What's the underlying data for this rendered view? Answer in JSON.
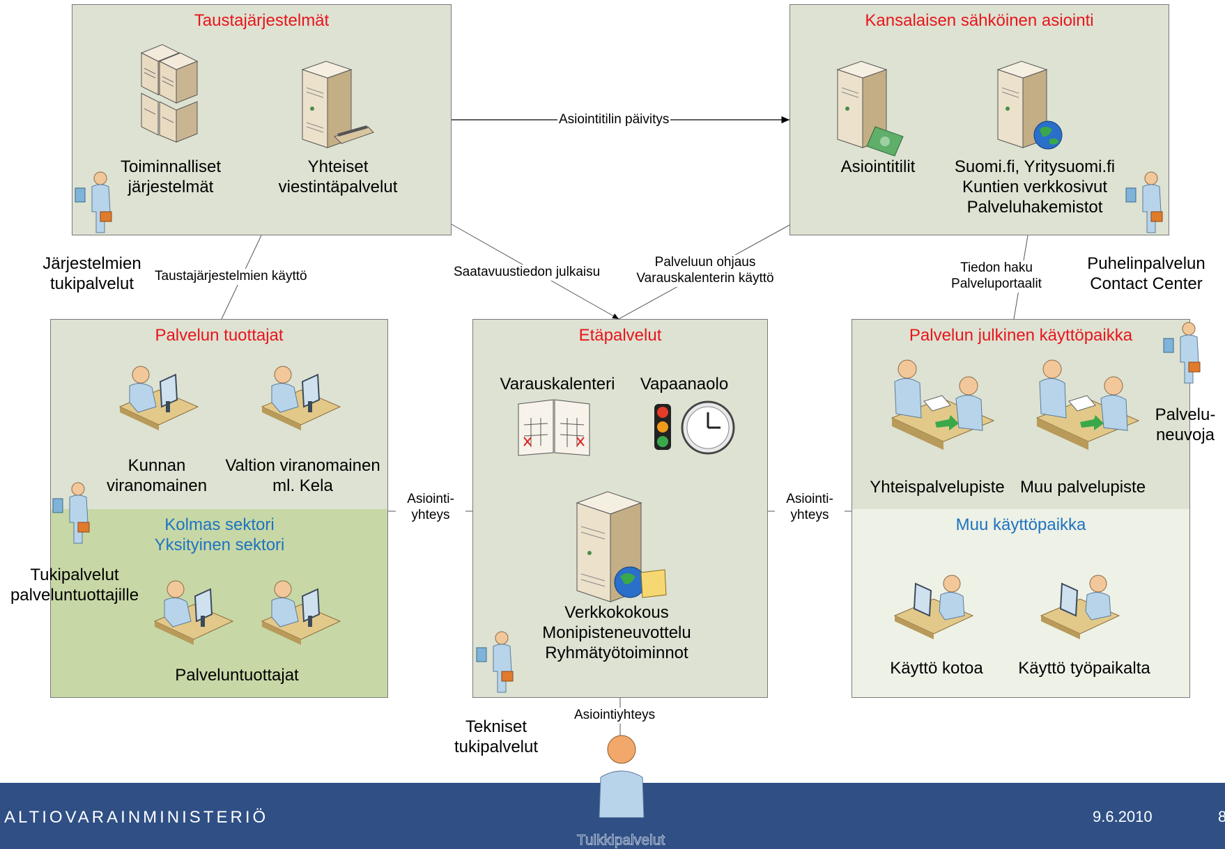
{
  "boxes": {
    "tausta": {
      "title": "Taustajärjestelmät",
      "items": [
        "Toiminnalliset järjestelmät",
        "Yhteiset viestintäpalvelut"
      ]
    },
    "kansalaisen": {
      "title": "Kansalaisen sähköinen asiointi",
      "items": [
        "Asiointitilit",
        "Suomi.fi, Yritysuomi.fi\nKuntien verkkosivut\nPalveluhakemistot"
      ]
    },
    "tuottajat": {
      "title": "Palvelun tuottajat",
      "items": [
        "Kunnan\nviranomainen",
        "Valtion viranomainen\nml. Kela"
      ],
      "sector": "Kolmas sektori\nYksityinen sektori",
      "bottom": "Palveluntuottajat"
    },
    "etapalvelut": {
      "title": "Etäpalvelut",
      "items": [
        "Varauskalenteri",
        "Vapaanaolo",
        "Verkkokokous\nMonipisteneuvottelu\nRyhmätyötoiminnot"
      ]
    },
    "julkinen": {
      "title": "Palvelun julkinen käyttöpaikka",
      "items": [
        "Yhteispalvelupiste",
        "Muu palvelupiste"
      ],
      "sub": "Muu käyttöpaikka",
      "sub_items": [
        "Käyttö kotoa",
        "Käyttö työpaikalta"
      ]
    }
  },
  "connectors": {
    "top": "Asiointitilin päivitys",
    "left_diag": "Taustajärjestelmien käyttö",
    "mid_left": "Saatavuustiedon julkaisu",
    "mid_right": "Palveluun ohjaus\nVarauskalenterin käyttö",
    "right_diag": "Tiedon haku\nPalveluportaalit",
    "left_h": "Asiointi-\nyhteys",
    "right_h": "Asiointi-\nyhteys",
    "bottom": "Asiointiyhteys"
  },
  "support": {
    "jarjestelmien": "Järjestelmien\ntukipalvelut",
    "puhelin": "Puhelinpalvelun\nContact Center",
    "neuvoja": "Palvelu-\nneuvoja",
    "tuottajille": "Tukipalvelut\npalveluntuottajille",
    "tekniset": "Tekniset\ntukipalvelut",
    "tulkki": "Tulkkipalvelut"
  },
  "footer": {
    "org": "ALTIOVARAINMINISTERIÖ",
    "date": "9.6.2010",
    "page": "8"
  },
  "icons": [
    "server-rack-icon",
    "server-icon",
    "person-briefcase-icon",
    "person-at-desk-icon",
    "meeting-icon",
    "calendar-icon",
    "traffic-light-icon",
    "clock-icon",
    "globe-icon"
  ]
}
